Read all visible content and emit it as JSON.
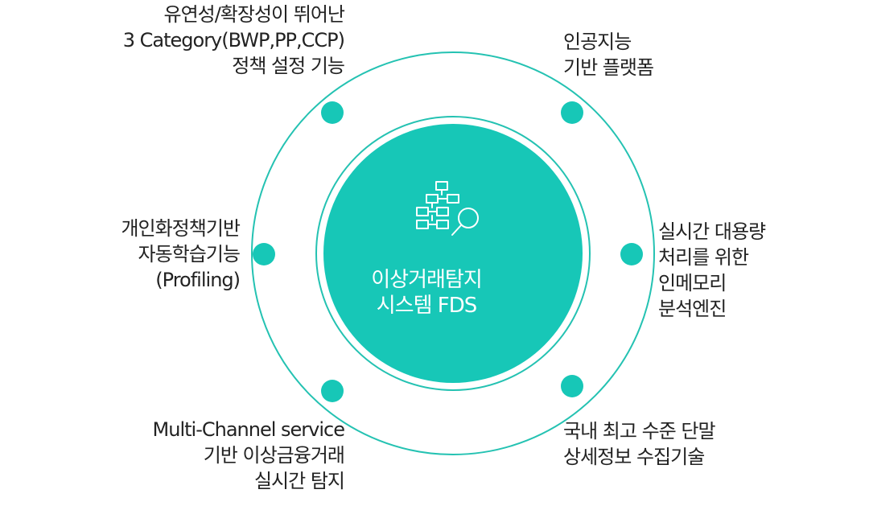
{
  "colors": {
    "accent": "#17c7b7",
    "ring": "#24c2b2",
    "text": "#222222",
    "center_text": "#ffffff"
  },
  "center": {
    "icon": "org-chart-search-icon",
    "lines": [
      "이상거래탐지",
      "시스템 FDS"
    ]
  },
  "features": {
    "top_left": [
      "유연성/확장성이 뛰어난",
      "3 Category(BWP,PP,CCP)",
      "정책 설정 기능"
    ],
    "top_right": [
      "인공지능",
      "기반 플랫폼"
    ],
    "middle_left": [
      "개인화정책기반",
      "자동학습기능",
      "(Profiling)"
    ],
    "middle_right": [
      "실시간 대용량",
      "처리를 위한",
      "인메모리",
      "분석엔진"
    ],
    "bottom_left": [
      "Multi-Channel service",
      "기반 이상금융거래",
      "실시간 탐지"
    ],
    "bottom_right": [
      "국내 최고 수준 단말",
      "상세정보 수집기술"
    ]
  }
}
